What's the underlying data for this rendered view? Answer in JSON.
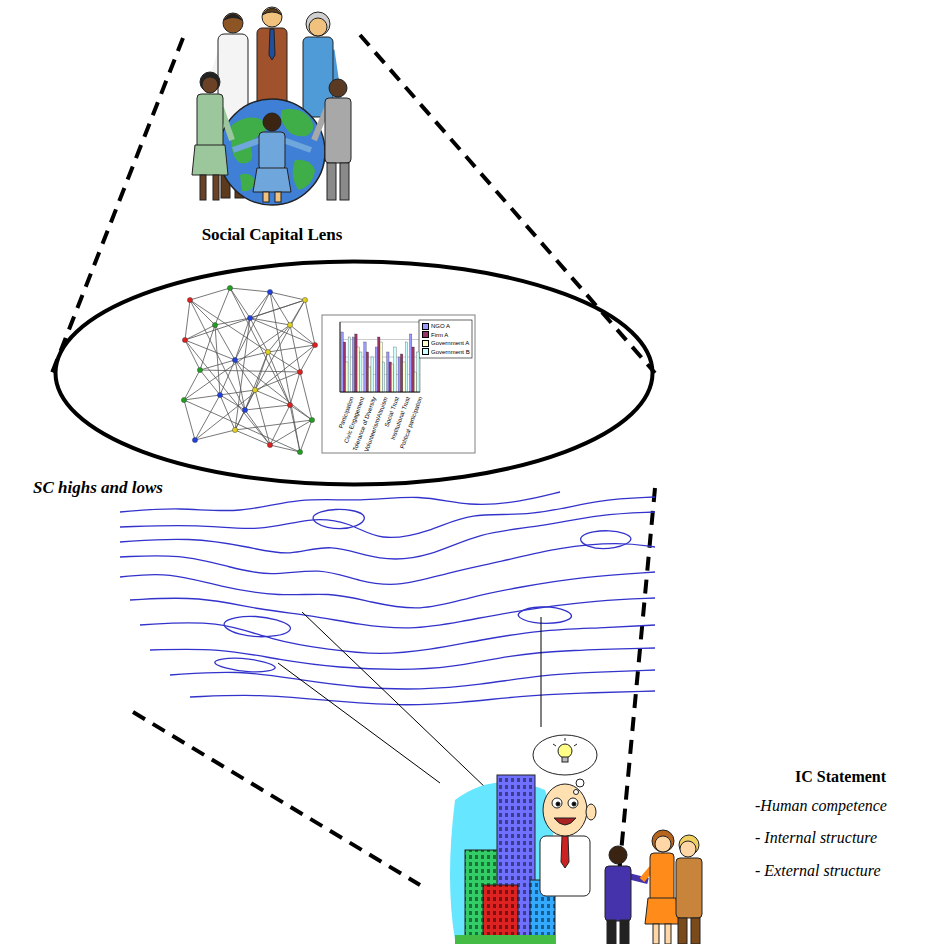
{
  "diagram": {
    "nodes": [
      {
        "text": [
          "Social Capital Lens"
        ]
      }
    ],
    "labels": [
      "SC highs and lows",
      "Participation",
      "Civic Engagement",
      "Tolerance of Diversity",
      "Volunteerism/Altruism",
      "Social Trust",
      "Institutional Trust",
      "Political participation",
      "IC Statement",
      "-Human competence",
      "- Internal structure",
      "- External structure"
    ],
    "legend": [
      {
        "text": "NGO A",
        "color": "#9999ff"
      },
      {
        "text": "Firm A",
        "color": "#993366"
      },
      {
        "text": "Government A",
        "color": "#ffffcc"
      },
      {
        "text": "Government B",
        "color": "#ccffff"
      }
    ]
  }
}
